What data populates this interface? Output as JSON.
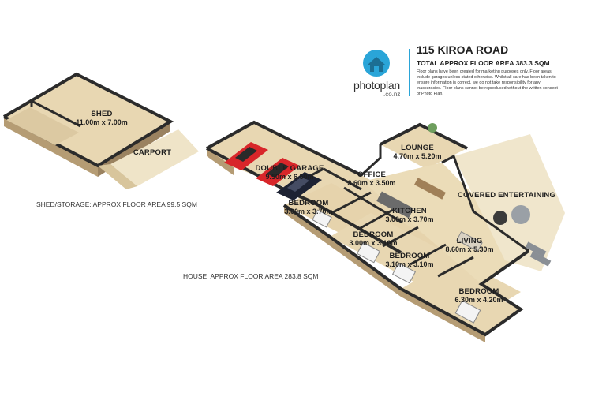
{
  "header": {
    "title": "115 KIROA ROAD",
    "subtitle": "TOTAL APPROX FLOOR AREA 383.3 SQM",
    "disclaimer": "Floor plans have been created for marketing purposes only. Floor areas include garages unless stated otherwise. Whilst all care has been taken to ensure information is correct, we do not take responsibility for any inaccuracies. Floor plans cannot be reproduced without the written consent of Photo Plan."
  },
  "brand": {
    "name": "photoplan",
    "sub": ".co.nz",
    "accent": "#2aa5d8",
    "icon": "house-globe-icon"
  },
  "rooms": {
    "shed": {
      "name": "SHED",
      "dims": "11.00m x 7.00m"
    },
    "carport": {
      "name": "CARPORT"
    },
    "double_garage": {
      "name": "DOUBLE GARAGE",
      "dims": "9.50m x 6.50m"
    },
    "office": {
      "name": "OFFICE",
      "dims": "3.60m x 3.50m"
    },
    "lounge": {
      "name": "LOUNGE",
      "dims": "4.70m x 5.20m"
    },
    "covered": {
      "name": "COVERED ENTERTAINING"
    },
    "bedroom1": {
      "name": "BEDROOM",
      "dims": "3.00m x 3.70m"
    },
    "kitchen": {
      "name": "KITCHEN",
      "dims": "3.00m x 3.70m"
    },
    "bedroom2": {
      "name": "BEDROOM",
      "dims": "3.00m x 3.10m"
    },
    "bedroom3": {
      "name": "BEDROOM",
      "dims": "3.10m x 3.10m"
    },
    "living": {
      "name": "LIVING",
      "dims": "8.60m x 5.30m"
    },
    "bedroom4": {
      "name": "BEDROOM",
      "dims": "6.30m x 4.20m"
    }
  },
  "areas": {
    "shed": "SHED/STORAGE: APPROX FLOOR AREA 99.5 SQM",
    "house": "HOUSE: APPROX FLOOR AREA 283.8 SQM"
  },
  "colors": {
    "floor": "#e8d7b2",
    "wall_top": "#2b2b2b",
    "wall_side": "#b59c74",
    "car_red": "#d8262a",
    "car_dark": "#1d2233"
  }
}
